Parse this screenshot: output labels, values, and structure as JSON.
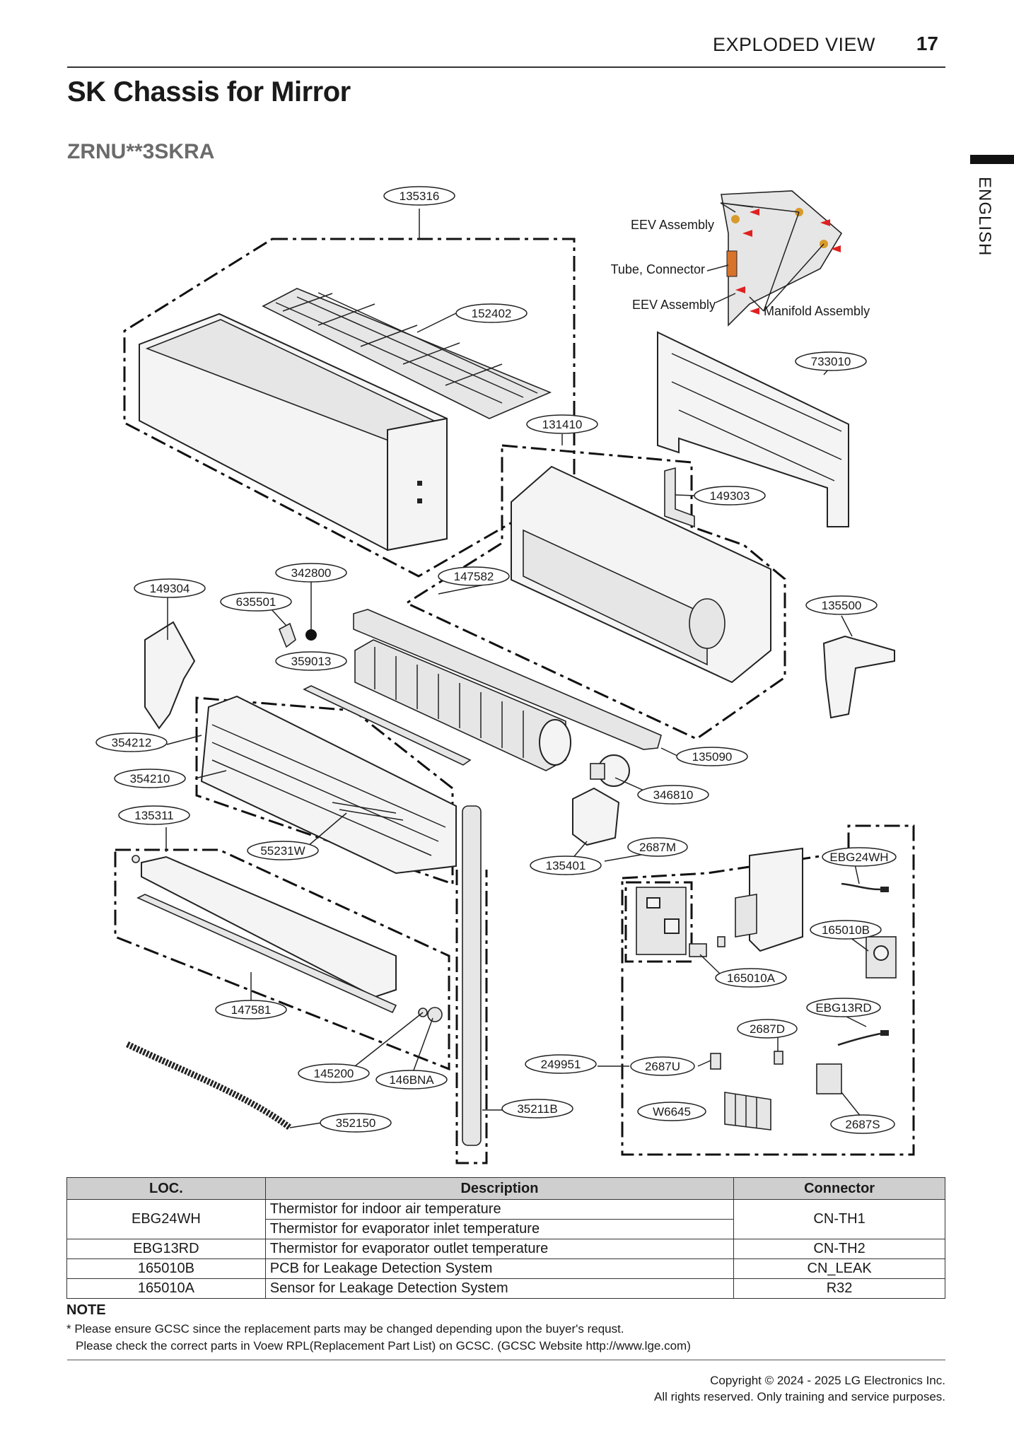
{
  "header": {
    "section": "EXPLODED VIEW",
    "page_number": "17",
    "title": "SK Chassis for Mirror",
    "model": "ZRNU**3SKRA",
    "language_tab": "ENGLISH"
  },
  "callouts": {
    "c135316": "135316",
    "c152402": "152402",
    "c733010": "733010",
    "c131410": "131410",
    "c149303": "149303",
    "c342800": "342800",
    "c147582": "147582",
    "c149304": "149304",
    "c635501": "635501",
    "c135500": "135500",
    "c359013": "359013",
    "c354212": "354212",
    "c135090": "135090",
    "c354210": "354210",
    "c346810": "346810",
    "c135311": "135311",
    "c2687M": "2687M",
    "cEBG24WH": "EBG24WH",
    "c55231W": "55231W",
    "c135401": "135401",
    "c165010B": "165010B",
    "c165010A": "165010A",
    "c147581": "147581",
    "cEBG13RD": "EBG13RD",
    "c2687D": "2687D",
    "c249951": "249951",
    "c2687U": "2687U",
    "c145200": "145200",
    "c146BNA": "146BNA",
    "c35211B": "35211B",
    "cW6645": "W6645",
    "c352150": "352150",
    "c2687S": "2687S"
  },
  "annotations": {
    "eev_top": "EEV Assembly",
    "tube_connector": "Tube, Connector",
    "eev_bottom": "EEV Assembly",
    "manifold": "Manifold Assembly"
  },
  "table": {
    "headers": [
      "LOC.",
      "Description",
      "Connector"
    ],
    "rows": [
      {
        "loc": "EBG24WH",
        "desc1": "Thermistor for indoor air temperature",
        "desc2": "Thermistor for evaporator inlet temperature",
        "connector": "CN-TH1"
      },
      {
        "loc": "EBG13RD",
        "desc": "Thermistor for evaporator outlet temperature",
        "connector": "CN-TH2"
      },
      {
        "loc": "165010B",
        "desc": "PCB for Leakage Detection System",
        "connector": "CN_LEAK"
      },
      {
        "loc": "165010A",
        "desc": "Sensor for Leakage Detection System",
        "connector": "R32"
      }
    ]
  },
  "note": {
    "title": "NOTE",
    "line1": "* Please ensure GCSC since the replacement parts may be changed depending upon the buyer's requst.",
    "line2": "Please check the correct parts in Voew RPL(Replacement Part List) on GCSC. (GCSC Website http://www.lge.com)"
  },
  "footer": {
    "copyright": "Copyright © 2024 - 2025 LG Electronics Inc.",
    "rights": "All rights reserved. Only training and service purposes."
  },
  "colors": {
    "header_rule": "#333333",
    "table_header_bg": "#cfcfcf",
    "model_gray": "#6b6b6b",
    "arrow_red": "#e02020"
  }
}
